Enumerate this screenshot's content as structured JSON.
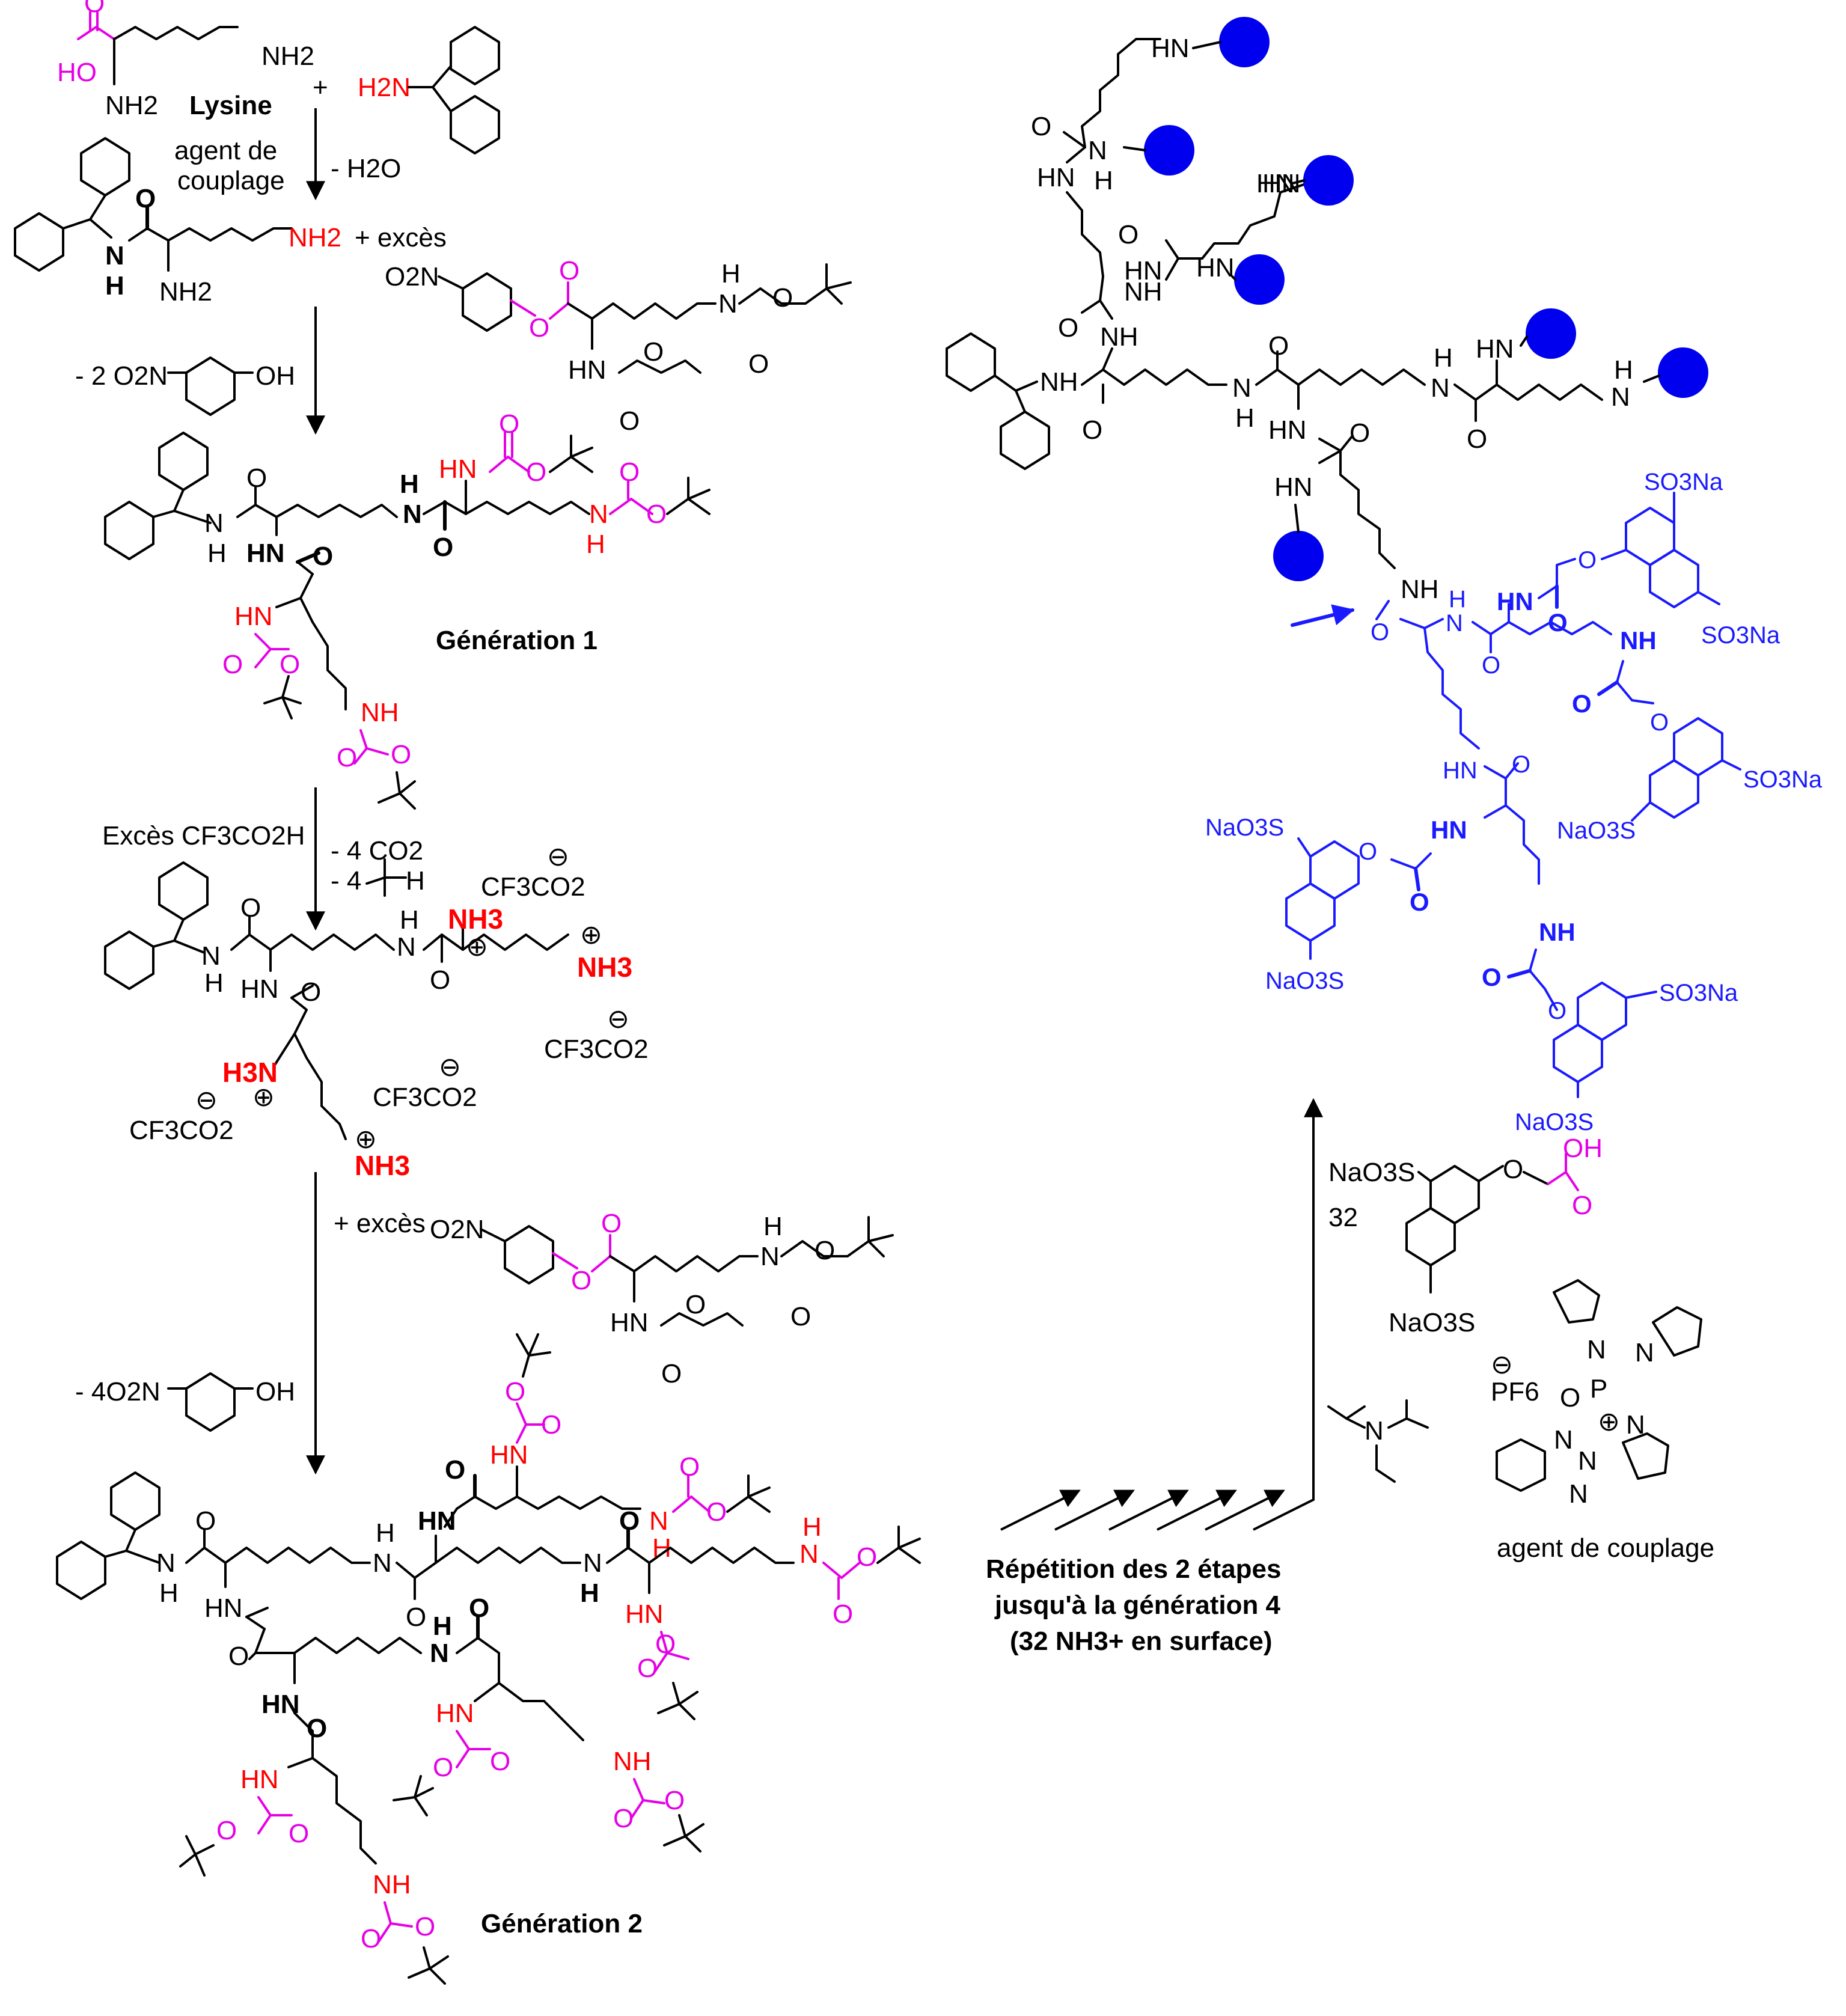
{
  "colors": {
    "black": "#000000",
    "magenta": "#e600e6",
    "red": "#ff0000",
    "blue": "#1a1aff",
    "surface_group": "#0000ee"
  },
  "labels": {
    "lysine": "Lysine",
    "coupling_agent_line1": "agent de",
    "coupling_agent_line2": "couplage",
    "minus_water": "- H2O",
    "excess": "+ excès",
    "minus_2_nitrophenol": "- 2 O2N",
    "generation_1": "Génération 1",
    "excess_tfa": "Excès CF3CO2H",
    "minus_4_co2": "- 4 CO2",
    "minus_4_isobutane": "- 4",
    "plus_excess": "+ excès",
    "minus_4_nitrophenol": "- 4O2N",
    "generation_2": "Génération 2",
    "repeat_line1": "Répétition des 2 étapes",
    "repeat_line2": "jusqu'à la génération 4",
    "repeat_line3": "(32 NH3+ en surface)",
    "reagent_count": "32",
    "coupling_agent": "agent de couplage"
  },
  "atoms": {
    "ho": "HO",
    "o": "O",
    "nh2": "NH2",
    "h2n": "H2N",
    "h": "H",
    "n": "N",
    "nh": "NH",
    "hn": "HN",
    "oh": "OH",
    "o2n": "O2N",
    "nh3": "NH3",
    "h3n": "H3N",
    "cf3co2": "CF3CO2",
    "plus": "⊕",
    "minus": "⊖",
    "so3na": "SO3Na",
    "naо3s": "NaO3S",
    "pf6": "PF6",
    "p": "P"
  }
}
